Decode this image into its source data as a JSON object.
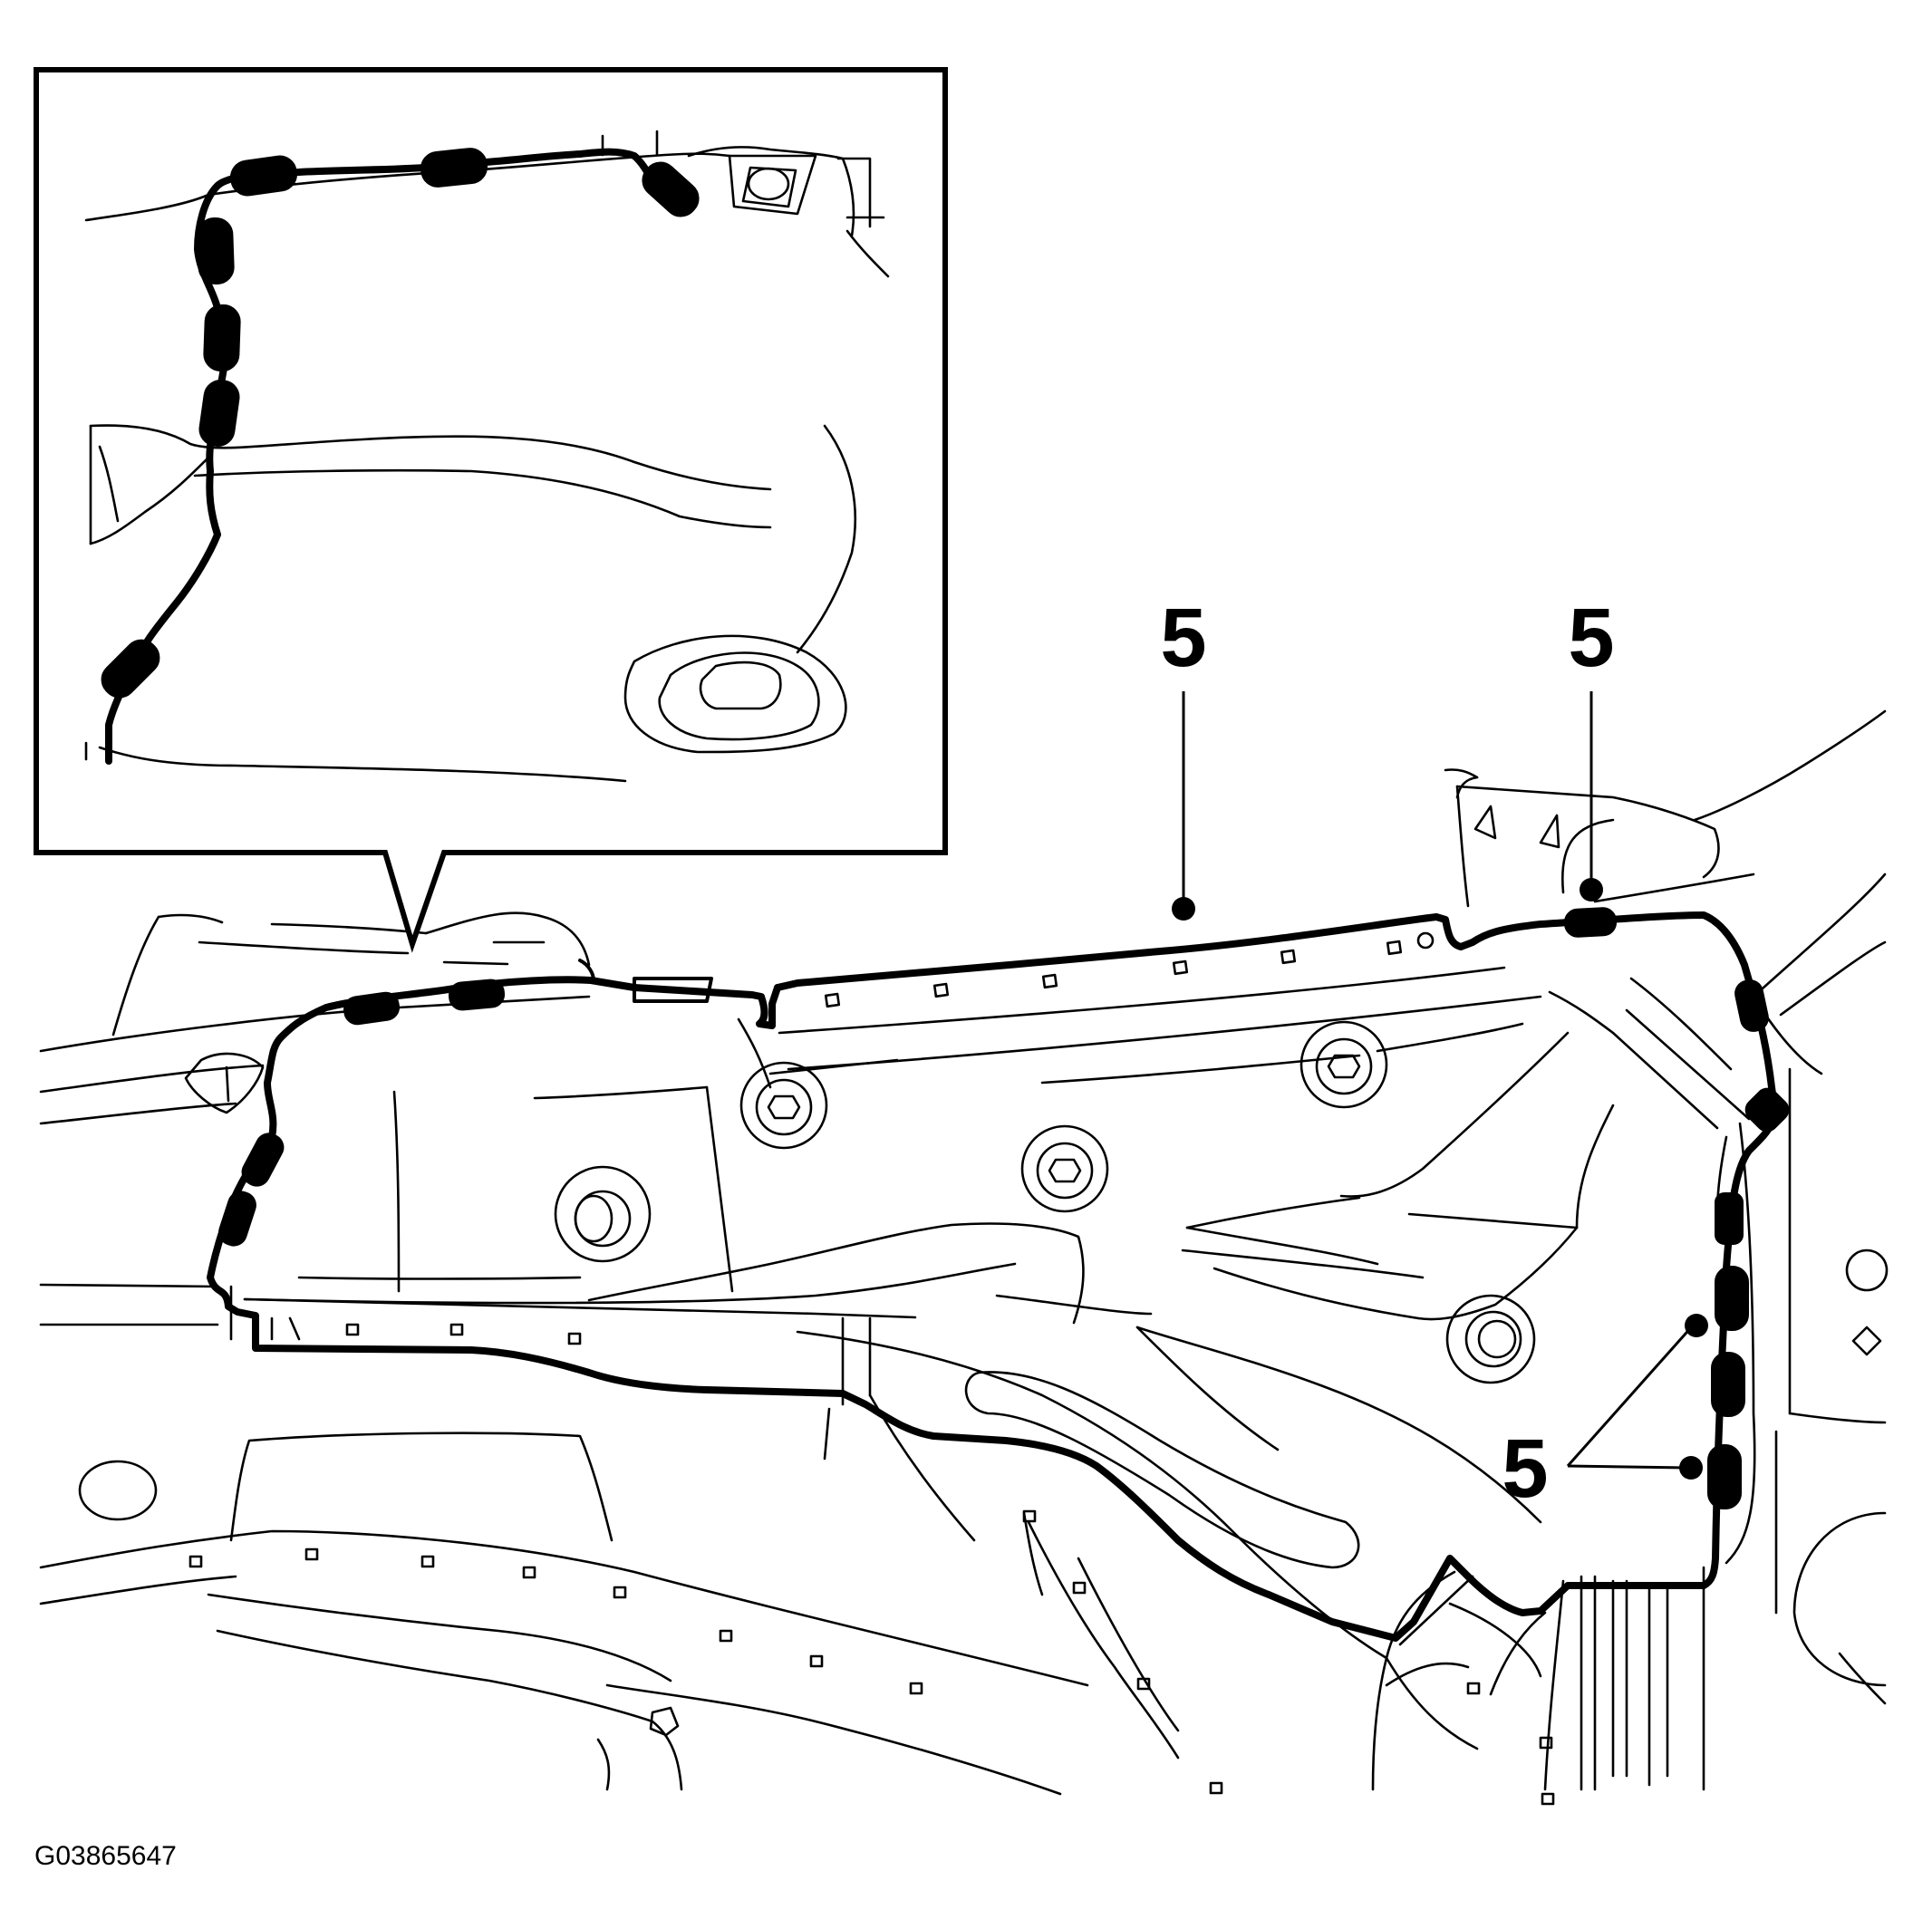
{
  "callouts": {
    "c1": "5",
    "c2": "5",
    "c3": "5"
  },
  "figure_id": "G03865647"
}
